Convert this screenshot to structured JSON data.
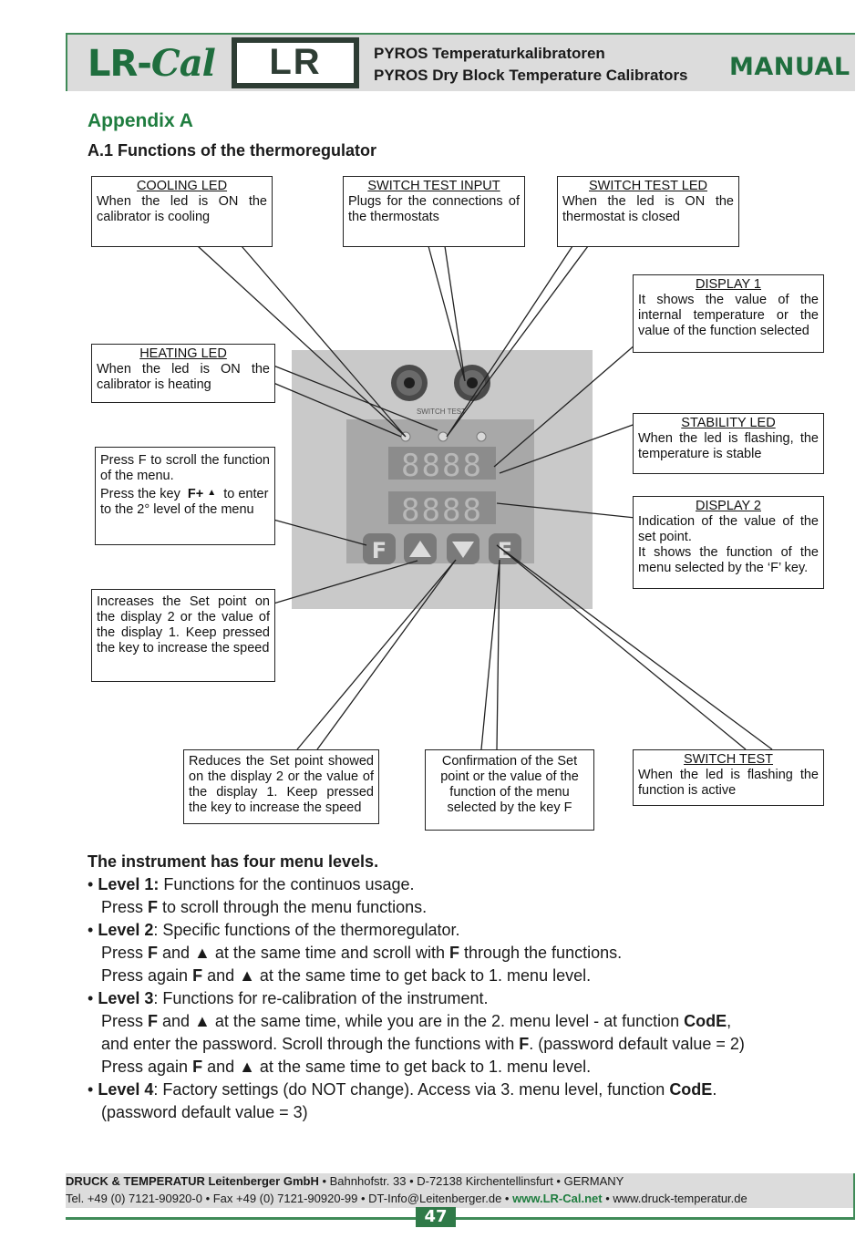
{
  "header": {
    "logo_text": "LR-",
    "logo_text_italic": "Cal",
    "logo_box_text": "LR",
    "title_de": "PYROS Temperaturkalibratoren",
    "title_en": "PYROS Dry Block Temperature Calibrators",
    "manual_label": "MANUAL"
  },
  "appendix_title": "Appendix A",
  "section_title": "A.1 Functions of the thermoregulator",
  "callouts": {
    "cooling_led": {
      "title": "COOLING LED",
      "text": "When the led is ON the calibrator is cooling"
    },
    "switch_test_input": {
      "title": "SWITCH TEST INPUT",
      "text": "Plugs for the connections of the thermostats"
    },
    "switch_test_led": {
      "title": "SWITCH TEST LED",
      "text": "When the led is ON the thermostat is closed"
    },
    "display_1": {
      "title": "DISPLAY 1",
      "text": "It shows the value of the internal temperature or the value of the function selected"
    },
    "heating_led": {
      "title": "HEATING LED",
      "text": "When the led is ON the calibrator is heating"
    },
    "stability_led": {
      "title": "STABILITY LED",
      "text": "When the led is flashing, the temperature is stable"
    },
    "f_key": {
      "line1": "Press F to scroll the function of the menu.",
      "line2a": "Press the key",
      "line2b": "F+",
      "line2c": "to enter to the 2° level of the menu"
    },
    "display_2": {
      "title": "DISPLAY 2",
      "text1": "Indication of the value of the set point.",
      "text2": "It shows the function of the menu selected by the ‘F’ key."
    },
    "up_key": {
      "text": "Increases the Set point on the display 2 or the value of the display 1. Keep pressed the key to increase the speed"
    },
    "down_key": {
      "text": "Reduces the Set point showed on the display 2 or the value of the display 1. Keep pressed the key to increase the speed"
    },
    "e_key": {
      "text": "Confirmation of the Set point or the value of the function of the menu selected by the key F"
    },
    "switch_test": {
      "title": "SWITCH TEST",
      "text": "When the led is flashing the function is active"
    }
  },
  "panel": {
    "switch_label": "SWITCH TEST",
    "display_1_digits": "8888",
    "display_2_digits": "8888",
    "key_f": "F",
    "key_e": "E"
  },
  "menu": {
    "intro": "The instrument has four menu levels.",
    "bullet": "•",
    "level1_label": "Level 1:",
    "level1_text": " Functions for the continuos usage.",
    "level1_l2a": "Press ",
    "level1_l2b": "F",
    "level1_l2c": " to scroll through the menu functions.",
    "level2_label": "Level 2",
    "level2_text": ": Specific functions of the thermoregulator.",
    "level2_l2a": "Press ",
    "level2_l2b": "F",
    "level2_l2c": " and ▲  at the same time and scroll with ",
    "level2_l2d": "F",
    "level2_l2e": " through the functions.",
    "level2_l3a": "Press again ",
    "level2_l3b": "F",
    "level2_l3c": " and ▲  at the same time to get back to 1. menu level.",
    "level3_label": "Level 3",
    "level3_text": ": Functions for re-calibration of the instrument.",
    "level3_l2a": "Press ",
    "level3_l2b": "F",
    "level3_l2c": " and ▲  at the same time, while you are in the 2. menu level - at function ",
    "level3_l2d": "CodE",
    "level3_l2e": ",",
    "level3_l3a": "and enter the password. Scroll through the functions with ",
    "level3_l3b": "F",
    "level3_l3c": ". (password default value = 2)",
    "level3_l4a": "Press again ",
    "level3_l4b": "F",
    "level3_l4c": " and  ▲  at the same time to get back to 1. menu level.",
    "level4_label": "Level 4",
    "level4_text": ": Factory settings (do NOT change). Access via 3. menu level, function ",
    "level4_code": "CodE",
    "level4_end": ".",
    "level4_l2": "(password default value = 3)"
  },
  "footer": {
    "company": "DRUCK & TEMPERATUR Leitenberger GmbH",
    "address": " • Bahnhofstr. 33 • D-72138 Kirchentellinsfurt • GERMANY",
    "contact": "Tel. +49 (0) 7121-90920-0 • Fax +49 (0) 7121-90920-99 • DT-Info@Leitenberger.de • ",
    "web1": "www.LR-Cal.net",
    "web2": " • www.druck-temperatur.de",
    "page_number": "47"
  },
  "colors": {
    "brand_green": "#1f6e3e",
    "header_band": "#dcdcdc",
    "panel_gray": "#c9c9c9",
    "display_bg": "#8c8c8c"
  }
}
